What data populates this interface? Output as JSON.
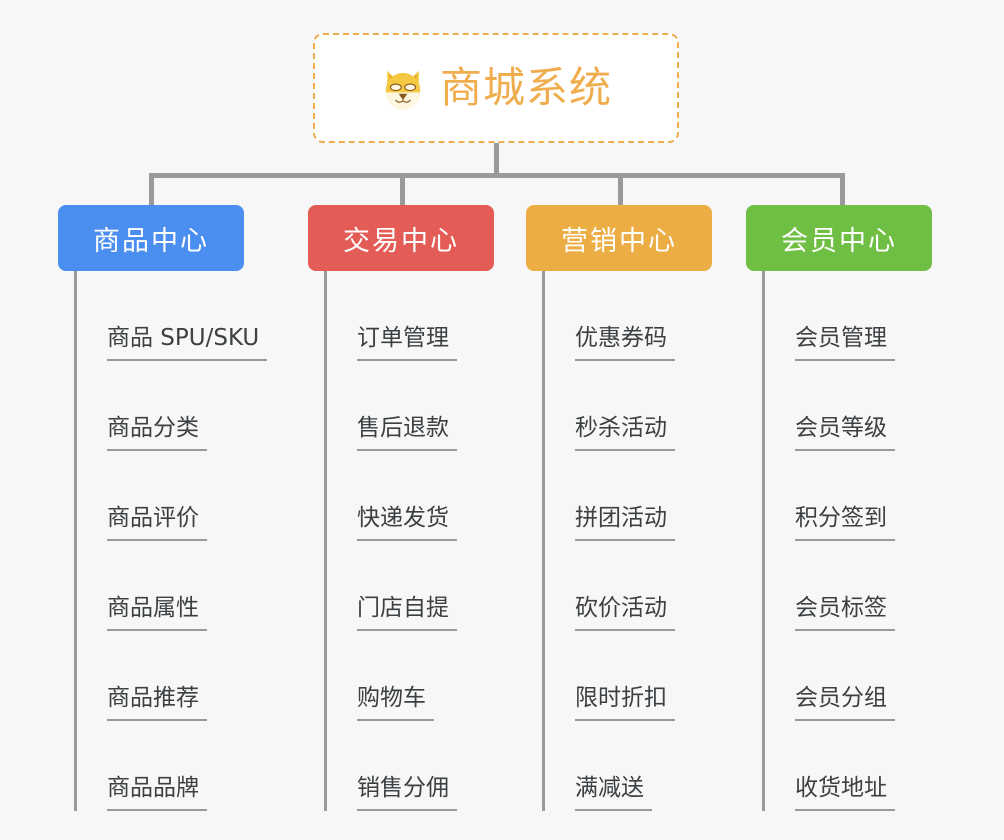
{
  "page": {
    "background_color": "#f7f7f7",
    "line_color": "#9a9a9a"
  },
  "root": {
    "title": "商城系统",
    "icon": "shiba-dog-face-icon",
    "border_color": "#f0ad4e",
    "text_color": "#f0ad4e",
    "background_color": "#ffffff"
  },
  "columns": [
    {
      "header": "商品中心",
      "color": "#4a8ef0",
      "items": [
        "商品 SPU/SKU",
        "商品分类",
        "商品评价",
        "商品属性",
        "商品推荐",
        "商品品牌"
      ]
    },
    {
      "header": "交易中心",
      "color": "#e35d56",
      "items": [
        "订单管理",
        "售后退款",
        "快递发货",
        "门店自提",
        "购物车",
        "销售分佣"
      ]
    },
    {
      "header": "营销中心",
      "color": "#ecad45",
      "items": [
        "优惠券码",
        "秒杀活动",
        "拼团活动",
        "砍价活动",
        "限时折扣",
        "满减送"
      ]
    },
    {
      "header": "会员中心",
      "color": "#6fbf44",
      "items": [
        "会员管理",
        "会员等级",
        "积分签到",
        "会员标签",
        "会员分组",
        "收货地址"
      ]
    }
  ]
}
